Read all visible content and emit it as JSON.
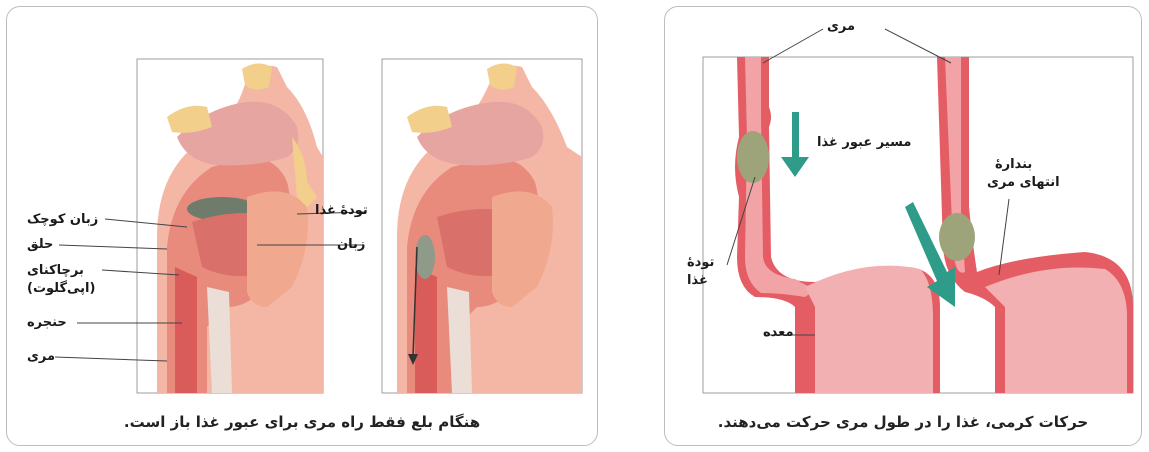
{
  "left_panel": {
    "caption": "هنگام بلع فقط راه مری برای عبور غذا باز است.",
    "labels": {
      "uvula": "زبان کوچک",
      "pharynx": "حلق",
      "epiglottis_1": "برچاکنای",
      "epiglottis_2": "(اپی‌گلوت)",
      "larynx": "حنجره",
      "esophagus": "مری",
      "bolus": "تودهٔ غذا",
      "tongue": "زبان"
    }
  },
  "right_panel": {
    "caption": "حرکات کرمی، غذا را در طول مری حرکت می‌دهند.",
    "labels": {
      "esophagus": "مری",
      "food_path": "مسیر عبور غذا",
      "bolus_1": "تودهٔ",
      "bolus_2": "غذا",
      "stomach": "معده",
      "sphincter_1": "بندارهٔ",
      "sphincter_2": "انتهای مری"
    }
  }
}
